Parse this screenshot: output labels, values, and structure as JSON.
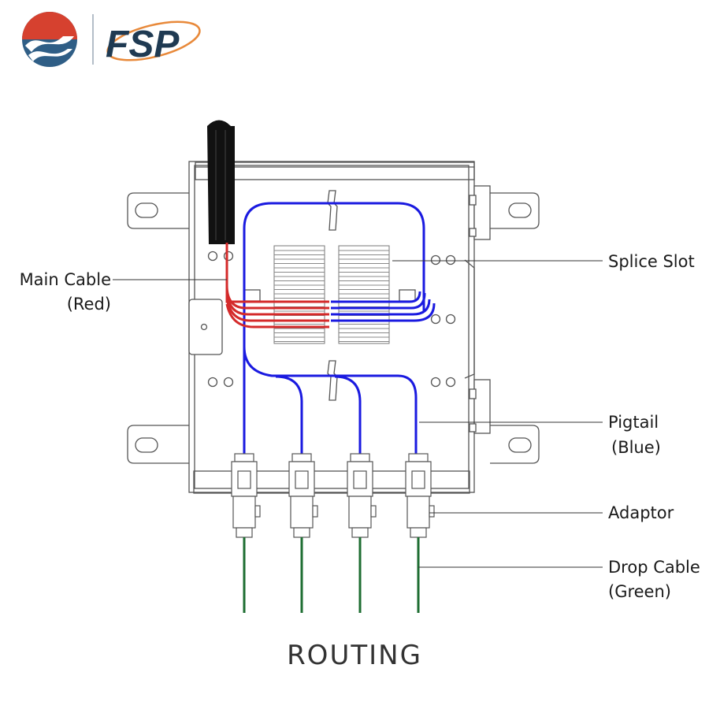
{
  "logo": {
    "text": "FSP",
    "colors": {
      "red": "#d6412f",
      "blue": "#2f5e86",
      "dark": "#1f3a52",
      "orange": "#e8893a"
    }
  },
  "title": "ROUTING",
  "labels": {
    "main_cable": "Main Cable",
    "main_cable_color": "(Red)",
    "splice_slot": "Splice Slot",
    "pigtail": "Pigtail",
    "pigtail_color": "(Blue)",
    "adaptor": "Adaptor",
    "drop_cable": "Drop Cable",
    "drop_cable_color": "(Green)"
  },
  "colors": {
    "main_cable": "#d42a2a",
    "pigtail": "#1a1ae0",
    "drop_cable": "#1e6e32",
    "outline": "#555555"
  }
}
